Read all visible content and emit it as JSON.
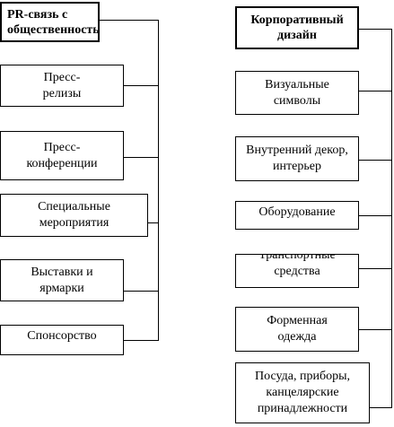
{
  "left": {
    "header": "PR-связь с общественность",
    "items": [
      "Пресс-релизы",
      "Пресс-конференции",
      "Специальные мероприятия",
      "Выставки и ярмарки",
      "Спонсорство"
    ]
  },
  "right": {
    "header": "Корпоративный дизайн",
    "items": [
      "Визуальные символы",
      "Внутренний декор, интерьер",
      "Оборудование",
      "Транспортные средства",
      "Форменная одежда",
      "Посуда, приборы, канцелярские принадлежности"
    ]
  }
}
